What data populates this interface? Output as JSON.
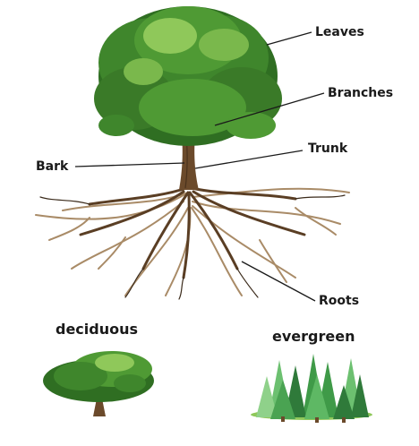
{
  "labels": {
    "leaves": "Leaves",
    "branches": "Branches",
    "trunk": "Trunk",
    "bark": "Bark",
    "roots": "Roots"
  },
  "captions": {
    "deciduous": "deciduous",
    "evergreen": "evergreen"
  },
  "colors": {
    "leaf_dark": "#2f6e22",
    "leaf_mid": "#4f9a34",
    "leaf_light": "#8fc85a",
    "trunk": "#6b4a2b",
    "root": "#7a5a3a",
    "root_light": "#a98b67",
    "pine_dark": "#2f7a3a",
    "pine_light": "#6cc070"
  }
}
